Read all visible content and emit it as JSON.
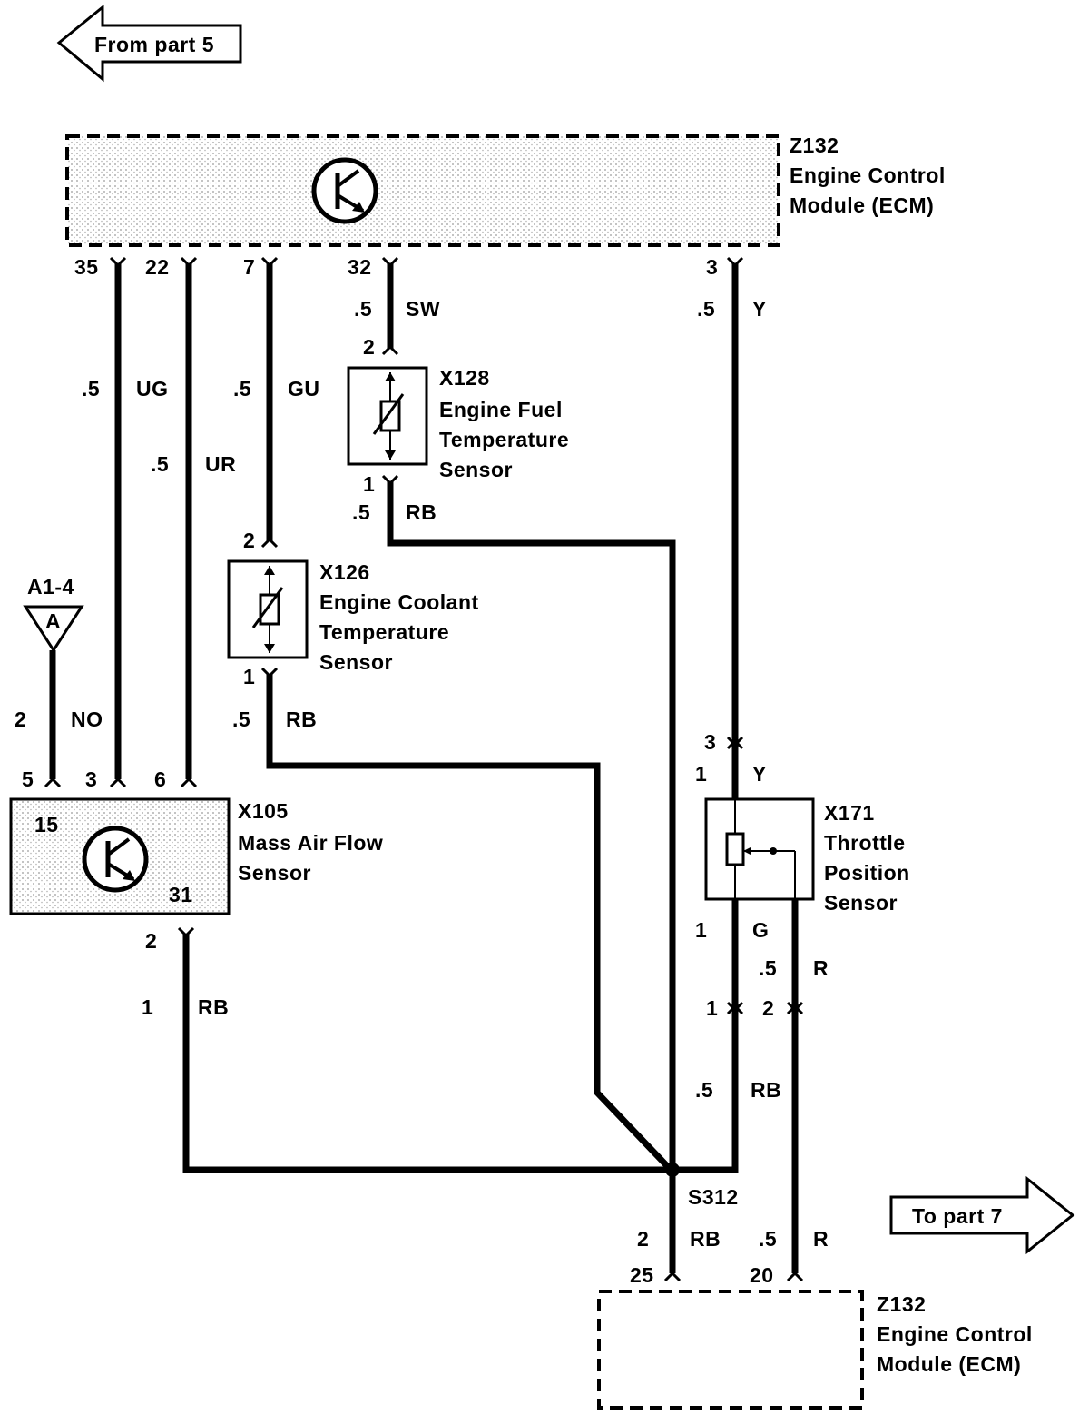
{
  "arrows": {
    "from": "From part 5",
    "to": "To part 7"
  },
  "ecm_top": {
    "id": "Z132",
    "name1": "Engine Control",
    "name2": "Module  (ECM)",
    "pins": [
      "35",
      "22",
      "7",
      "32",
      "3"
    ]
  },
  "ecm_bottom": {
    "id": "Z132",
    "name1": "Engine Control",
    "name2": "Module  (ECM)",
    "pins": [
      "25",
      "20"
    ]
  },
  "fuel_sensor": {
    "id": "X128",
    "name1": "Engine Fuel",
    "name2": "Temperature",
    "name3": "Sensor",
    "pin_top": "2",
    "pin_bottom": "1",
    "wire_top_size": ".5",
    "wire_top_color": "SW",
    "wire_bottom_size": ".5",
    "wire_bottom_color": "RB"
  },
  "coolant_sensor": {
    "id": "X126",
    "name1": "Engine Coolant",
    "name2": "Temperature",
    "name3": "Sensor",
    "pin_top": "2",
    "pin_bottom": "1",
    "wire_bottom_size": ".5",
    "wire_bottom_color": "RB"
  },
  "maf_sensor": {
    "id": "X105",
    "name1": "Mass Air Flow",
    "name2": "Sensor",
    "inner_pin_a": "15",
    "inner_pin_b": "31",
    "pins_top": [
      "5",
      "3",
      "6"
    ],
    "pin_bottom": "2",
    "wire_bottom_size": "1",
    "wire_bottom_color": "RB"
  },
  "tps_sensor": {
    "id": "X171",
    "name1": "Throttle",
    "name2": "Position",
    "name3": "Sensor",
    "pin_top_conn": "3",
    "pin_top": "1",
    "wire_top_color": "Y",
    "pin_bottom_left": "1",
    "wire_bottom_left_color": "G",
    "wire_bottom_right_size": ".5",
    "wire_bottom_right_color": "R",
    "conn_left": "1",
    "conn_right": "2"
  },
  "ground_point": {
    "id": "A1-4",
    "symbol": "A",
    "wire_size": "2",
    "wire_color": "NO"
  },
  "wires": {
    "ug_size": ".5",
    "ug_color": "UG",
    "ur_size": ".5",
    "ur_color": "UR",
    "gu_size": ".5",
    "gu_color": "GU",
    "y_size": ".5",
    "y_color": "Y",
    "rb_tps_size": ".5",
    "rb_tps_color": "RB",
    "s312_rb_size": "2",
    "s312_rb_color": "RB",
    "r_bottom_size": ".5",
    "r_bottom_color": "R"
  },
  "splice": {
    "id": "S312"
  }
}
